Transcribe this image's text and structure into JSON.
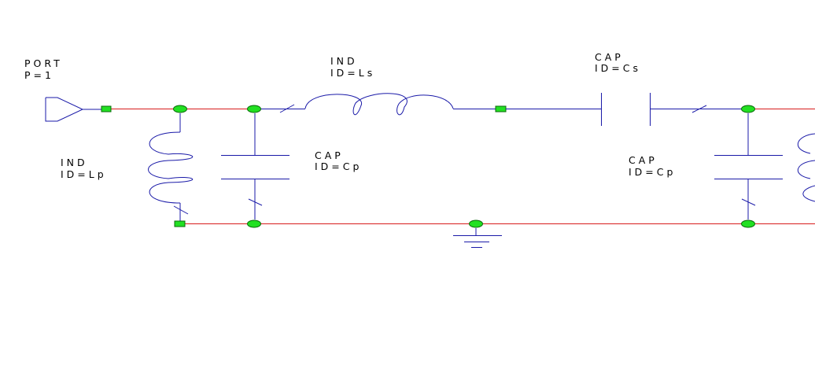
{
  "colors": {
    "wire": "#d81c1c",
    "component": "#1a1aa8",
    "node": "#22e022",
    "text": "#000000",
    "background": "#ffffff"
  },
  "port": {
    "type_label": "PORT",
    "param_label": "P=1"
  },
  "ind_series": {
    "type_label": "IND",
    "id_label": "ID=Ls"
  },
  "cap_series": {
    "type_label": "CAP",
    "id_label": "ID=Cs"
  },
  "ind_shunt": {
    "type_label": "IND",
    "id_label": "ID=Lp"
  },
  "cap_shunt_left": {
    "type_label": "CAP",
    "id_label": "ID=Cp"
  },
  "cap_shunt_right": {
    "type_label": "CAP",
    "id_label": "ID=Cp"
  }
}
